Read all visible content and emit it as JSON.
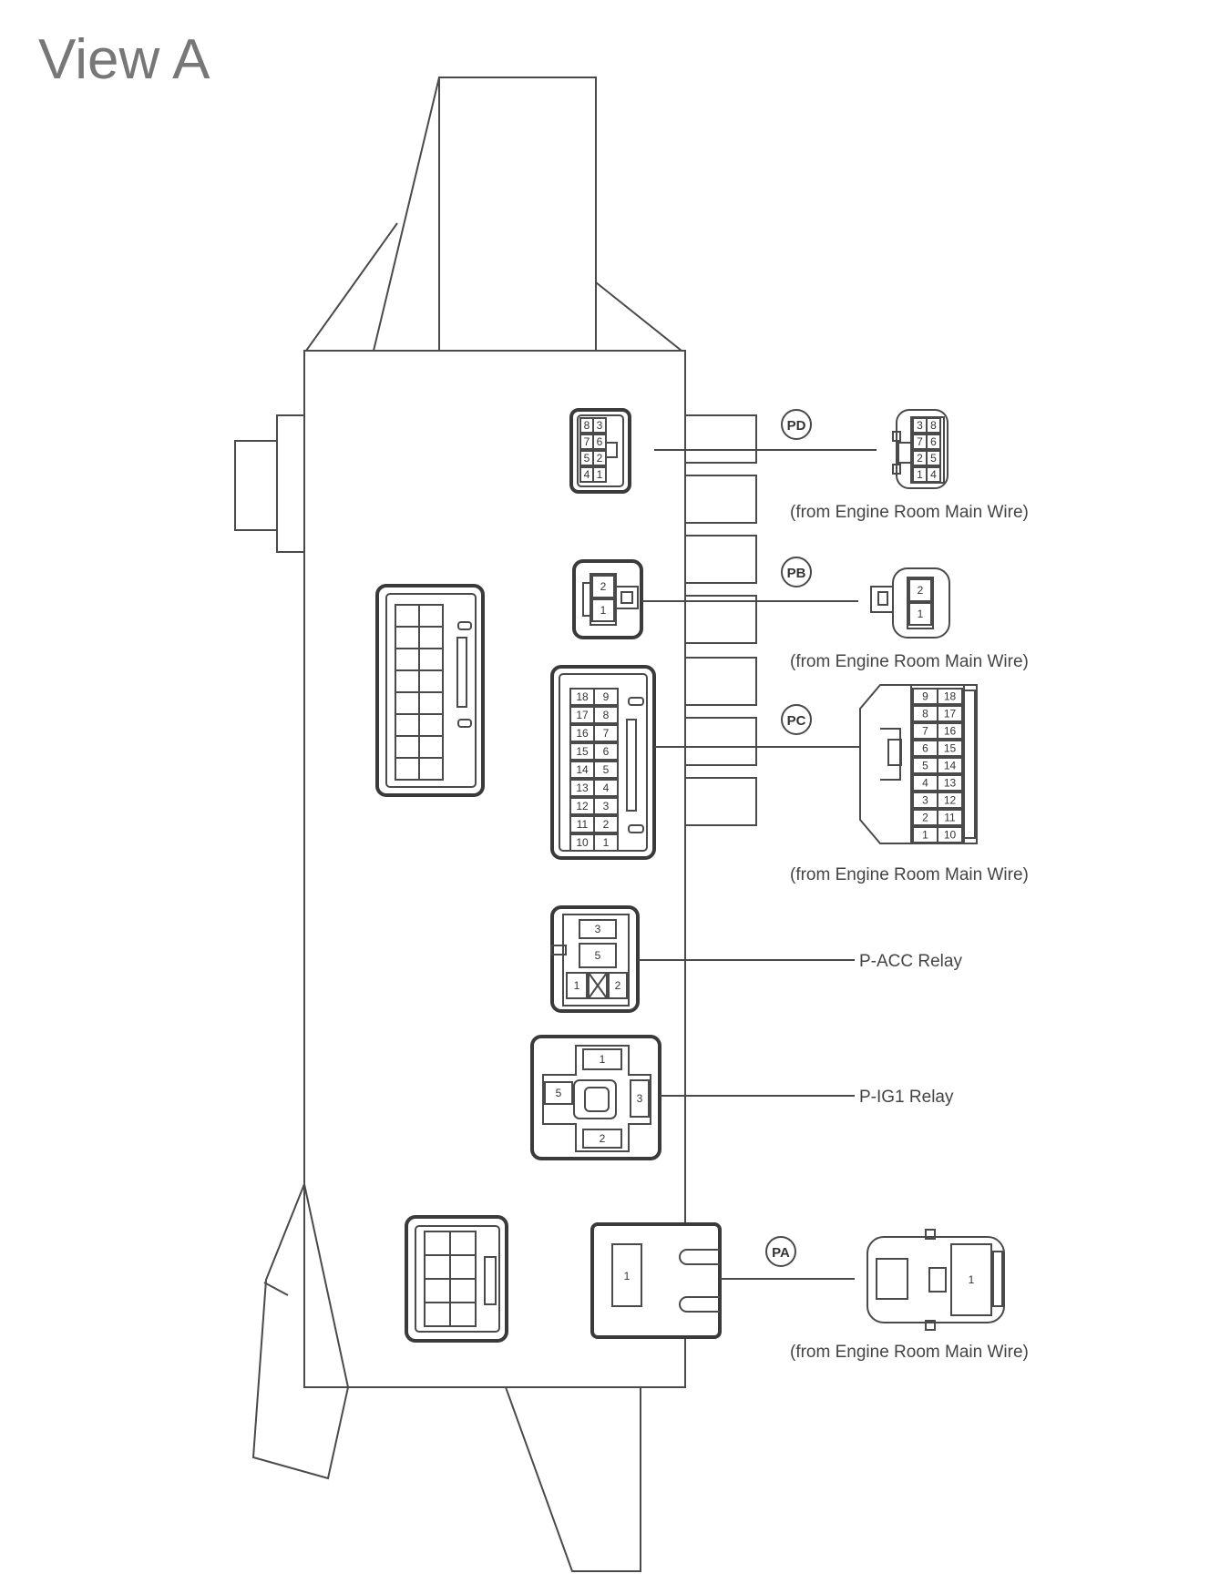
{
  "title": "View A",
  "connectors": {
    "pd": {
      "tag": "PD",
      "source": "(from Engine Room Main Wire)"
    },
    "pb": {
      "tag": "PB",
      "source": "(from Engine Room Main Wire)"
    },
    "pc": {
      "tag": "PC",
      "source": "(from Engine Room Main Wire)"
    },
    "pa": {
      "tag": "PA",
      "source": "(from Engine Room Main Wire)"
    }
  },
  "relays": {
    "acc": "P-ACC Relay",
    "ig1": "P-IG1 Relay"
  },
  "pins": {
    "pd_left": [
      "8",
      "3",
      "7",
      "6",
      "5",
      "2",
      "4",
      "1"
    ],
    "pd_right": [
      "3",
      "8",
      "7",
      "6",
      "2",
      "5",
      "1",
      "4"
    ],
    "pb": [
      "2",
      "1"
    ],
    "pc_left_a": [
      "18",
      "17",
      "16",
      "15",
      "14",
      "13",
      "12",
      "11",
      "10"
    ],
    "pc_left_b": [
      "9",
      "8",
      "7",
      "6",
      "5",
      "4",
      "3",
      "2",
      "1"
    ],
    "pc_right_a": [
      "9",
      "8",
      "7",
      "6",
      "5",
      "4",
      "3",
      "2",
      "1"
    ],
    "pc_right_b": [
      "18",
      "17",
      "16",
      "15",
      "14",
      "13",
      "12",
      "11",
      "10"
    ],
    "acc": [
      "3",
      "5",
      "1",
      "2"
    ],
    "ig1": [
      "1",
      "5",
      "3",
      "2"
    ],
    "pa": "1"
  },
  "colors": {
    "line": "#4a4a4a",
    "text": "#444444",
    "title": "#777777",
    "background": "#ffffff"
  }
}
